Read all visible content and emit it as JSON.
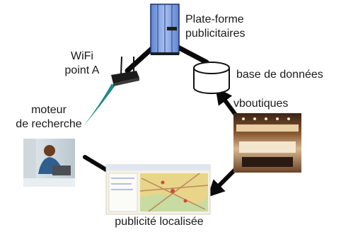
{
  "nodes": {
    "ad_platform": {
      "label_line1": "Plate-forme",
      "label_line2": "publicitaires",
      "icon": "server-rack-icon"
    },
    "database": {
      "label": "base de données",
      "icon": "database-cylinder-icon"
    },
    "wifi": {
      "label_line1": "WiFi",
      "label_line2": "point A",
      "icon": "wifi-router-icon"
    },
    "search_engine": {
      "label_line1": "moteur",
      "label_line2": "de recherche",
      "icon": "person-at-laptop-photo"
    },
    "vboutiques": {
      "label": "vboutiques",
      "icon": "storefront-photo"
    },
    "localized_ad": {
      "label": "publicité localisée",
      "icon": "street-map-screenshot"
    }
  },
  "colors": {
    "connector": "#0a0a0a",
    "server_blue": "#7fa2e0",
    "teal_link": "#1f8a86",
    "map_yellow": "#e8d58a",
    "map_green": "#c8dba0"
  }
}
